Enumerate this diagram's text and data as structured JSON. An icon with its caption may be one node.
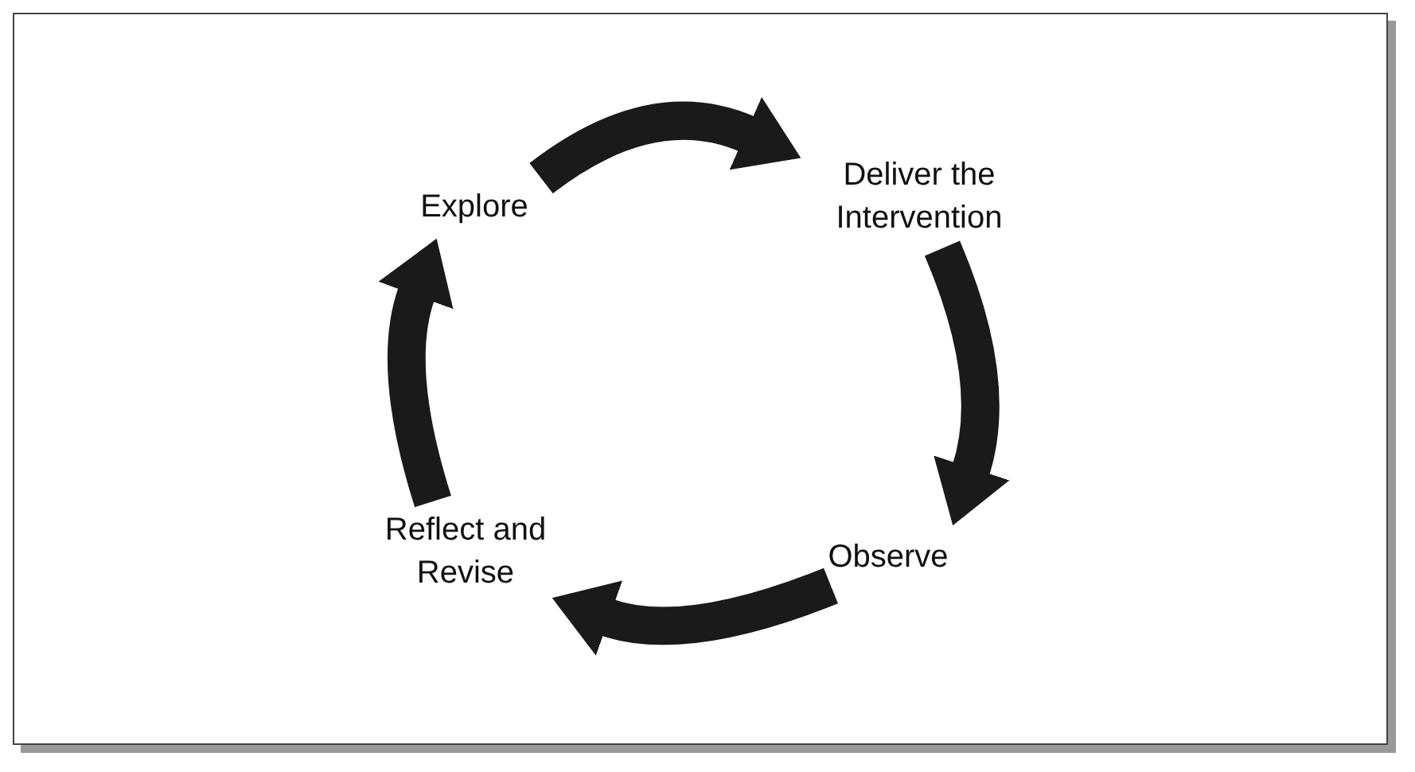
{
  "diagram": {
    "nodes": [
      {
        "text": [
          "Explore"
        ]
      },
      {
        "text": [
          "Deliver the Intervention"
        ]
      },
      {
        "text": [
          "Observe"
        ]
      },
      {
        "text": [
          "Reflect and Revise"
        ]
      }
    ],
    "edges": [
      {
        "from": 0,
        "to": 1,
        "arrow": "to"
      },
      {
        "from": 1,
        "to": 2,
        "arrow": "to"
      },
      {
        "from": 2,
        "to": 3,
        "arrow": "to"
      },
      {
        "from": 3,
        "to": 0,
        "arrow": "to"
      }
    ]
  }
}
